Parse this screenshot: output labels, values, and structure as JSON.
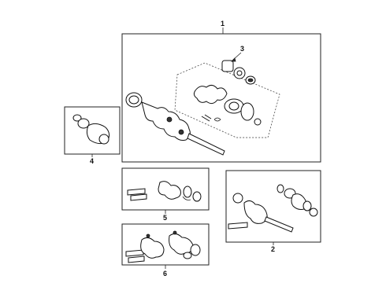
{
  "diagram": {
    "callouts": {
      "c1": "1",
      "c2": "2",
      "c3": "3",
      "c4": "4",
      "c5": "5",
      "c6": "6"
    }
  },
  "colors": {
    "line": "#222222",
    "background": "#ffffff"
  },
  "icons": [
    "axle-shaft-assembly",
    "boot-kit",
    "cv-joint",
    "boot-clamp",
    "snap-ring"
  ]
}
